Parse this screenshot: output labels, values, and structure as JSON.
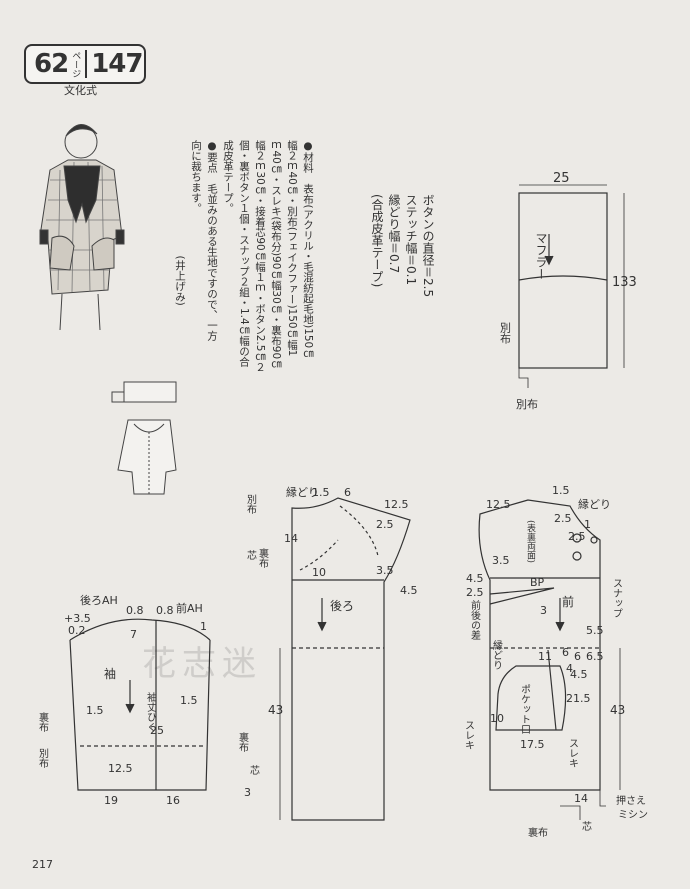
{
  "header": {
    "page_ref": "62",
    "page_ref_unit": "ページ",
    "pattern_no": "147",
    "style": "文化式"
  },
  "materials": {
    "text": "●材料　表布(アクリル・毛混紡起毛地)150㎝\n幅２ｍ40㎝・別布(フェイクファー)150㎝幅1\nｍ40㎝・スレキ(袋布分)90㎝幅30㎝・裏布90㎝\n幅２ｍ30㎝・接着芯90㎝幅１ｍ・ボタン2.5㎝２\n個・裏ボタン１個・スナップ２組・1.4㎝幅の合\n成皮革テープ。\n●要点　毛並みのある生地ですので、一方\n向に裁ちます。\n　　　　　　　　　　　(井上げみ)"
  },
  "button_info": {
    "text": "ボタンの直径＝2.5\nステッチ幅＝0.1\n縁どり幅＝0.7\n(合成皮革テープ)"
  },
  "muffler": {
    "label": "マフラー",
    "width": "25",
    "length": "133",
    "fabric_a": "別布",
    "fabric_b": "別布"
  },
  "sleeve": {
    "label": "袖",
    "back_ah": "後ろAH",
    "front_ah": "前AH",
    "d_35": "+3.5",
    "d_02": "0.2",
    "d_08a": "0.8",
    "d_08b": "0.8",
    "d_7": "7",
    "d_1": "1",
    "d_15a": "1.5",
    "d_15b": "1.5",
    "d_125": "12.5",
    "d_19": "19",
    "d_16": "16",
    "d_25": "25",
    "elbow": "袖丈ひく",
    "lining": "裏布",
    "sep_fabric": "別布"
  },
  "back": {
    "label": "後ろ",
    "edging": "縁どり",
    "d_15": "1.5",
    "d_6": "6",
    "d_125": "12.5",
    "d_25": "2.5",
    "d_14": "14",
    "d_10": "10",
    "d_35": "3.5",
    "d_45": "4.5",
    "d_43": "43",
    "d_3": "3",
    "sep_fabric": "別布",
    "interfacing": "芯",
    "lining": "裏布",
    "hem_lining": "裏布",
    "hem_interfacing": "芯"
  },
  "front": {
    "label": "前",
    "d_125": "12.5",
    "d_15": "1.5",
    "edging": "縁どり",
    "d_25a": "2.5",
    "d_25b": "2.5",
    "d_1": "1",
    "hidden_stitch": "(表裏両面)",
    "d_35": "3.5",
    "d_45": "4.5",
    "d_25c": "2.5",
    "bp": "BP",
    "diff": "前後の差",
    "d_3": "3",
    "snap": "スナップ",
    "d_55": "5.5",
    "pocket_edging": "縁どり",
    "d_11": "11",
    "d_6": "6",
    "d_6b": "6",
    "d_65": "6.5",
    "d_4": "4",
    "d_45b": "4.5",
    "pocket": "ポケット口",
    "d_215": "21.5",
    "d_10": "10",
    "d_175": "17.5",
    "sleki_a": "スレキ",
    "sleki_b": "スレキ",
    "d_43": "43",
    "d_14": "14",
    "press": "押さえ",
    "machine": "ミシン",
    "lining": "裏布",
    "interfacing": "芯"
  },
  "watermark": "花志迷",
  "page_number": "217"
}
